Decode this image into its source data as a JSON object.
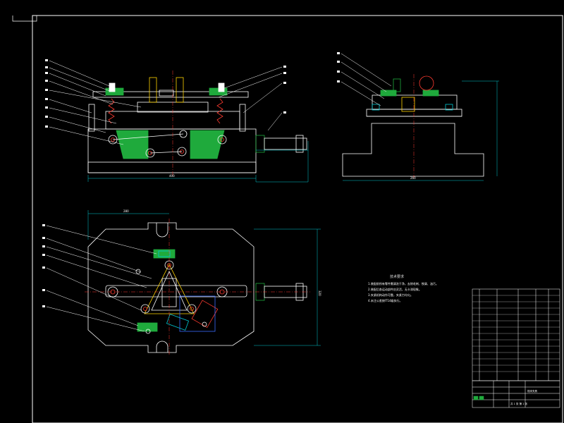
{
  "colors": {
    "background": "#000000",
    "outline": "#ffffff",
    "part_red": "#ff3b30",
    "part_green": "#1faa3c",
    "part_yellow": "#ffd400",
    "part_cyan": "#00c8d2",
    "part_blue": "#3a6cff",
    "part_magenta": "#ff40ff",
    "part_white": "#ffffff"
  },
  "drawing": {
    "tech_req_heading": "技术要求",
    "tech_req_lines": [
      "1.装配前所有零件需清洗干净，去除毛刺、铁屑、油污。",
      "2.装配后各运动部件应灵活，无卡滞现象。",
      "3.夹紧机构动作可靠，夹紧力均匀。",
      "4.未注公差按IT14级执行。"
    ],
    "front_view_dim": "400",
    "side_view_dim": "260",
    "top_view_dim_width": "280",
    "top_view_dim_height": "320",
    "title_block": {
      "part_name": "铣床夹具",
      "sheet": "共 1 张 第 1 张"
    }
  }
}
